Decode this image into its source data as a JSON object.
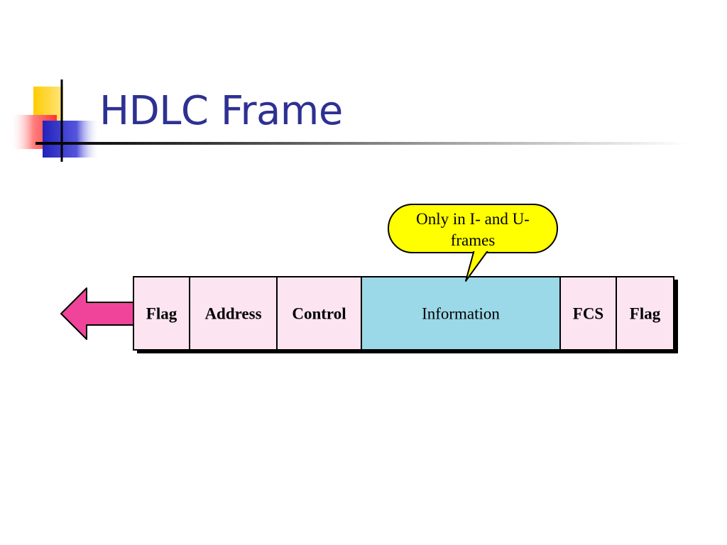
{
  "slide": {
    "title": "HDLC Frame"
  },
  "diagram": {
    "callout": {
      "lines": [
        "Only in I- and U-",
        "frames"
      ]
    },
    "fields": [
      {
        "label": "Flag",
        "bold": true,
        "fill": "#fce4f0"
      },
      {
        "label": "Address",
        "bold": true,
        "fill": "#fce4f0"
      },
      {
        "label": "Control",
        "bold": true,
        "fill": "#fce4f0"
      },
      {
        "label": "Information",
        "bold": false,
        "fill": "#9bd8e8"
      },
      {
        "label": "FCS",
        "bold": true,
        "fill": "#fce4f0"
      },
      {
        "label": "Flag",
        "bold": true,
        "fill": "#fce4f0"
      }
    ],
    "colors": {
      "title": "#2e3192",
      "arrow": "#f0449a",
      "callout_fill": "#ffff00",
      "logo_yellow": "#ffd21f",
      "logo_red": "#ff4d4d",
      "logo_blue": "#3333cc"
    }
  }
}
